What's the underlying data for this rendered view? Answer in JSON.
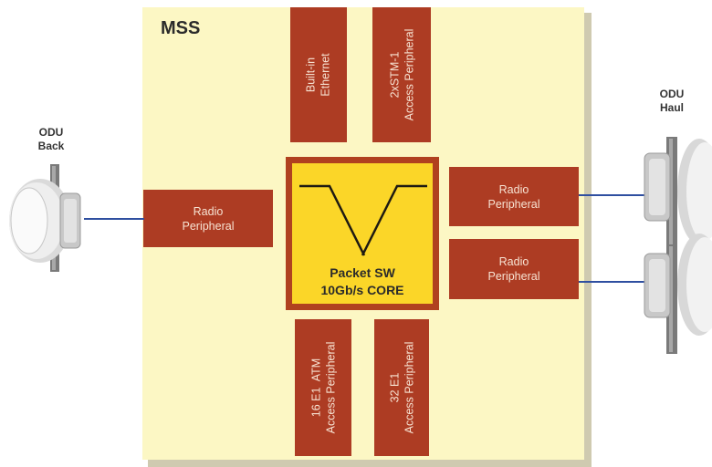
{
  "mss": {
    "title": "MSS"
  },
  "core": {
    "line1": "Packet SW",
    "line2": "10Gb/s CORE"
  },
  "peripherals": {
    "builtin_ethernet": "Built-in\nEthernet",
    "stm1_access": "2xSTM-1\nAccess Peripheral",
    "radio_left": "Radio\nPeripheral",
    "radio_right_top": "Radio\nPeripheral",
    "radio_right_bottom": "Radio\nPeripheral",
    "atm_access": "16 E1  ATM\nAccess Peripheral",
    "e1_access": "32 E1\nAccess Peripheral"
  },
  "odu": {
    "back": {
      "line1": "ODU",
      "line2": "Back"
    },
    "haul": {
      "line1": "ODU",
      "line2": "Haul"
    }
  },
  "colors": {
    "mss_background": "#fcf7c4",
    "peripheral": "#ad3c23",
    "core_fill": "#fbd628",
    "link": "#2f4fa0"
  }
}
